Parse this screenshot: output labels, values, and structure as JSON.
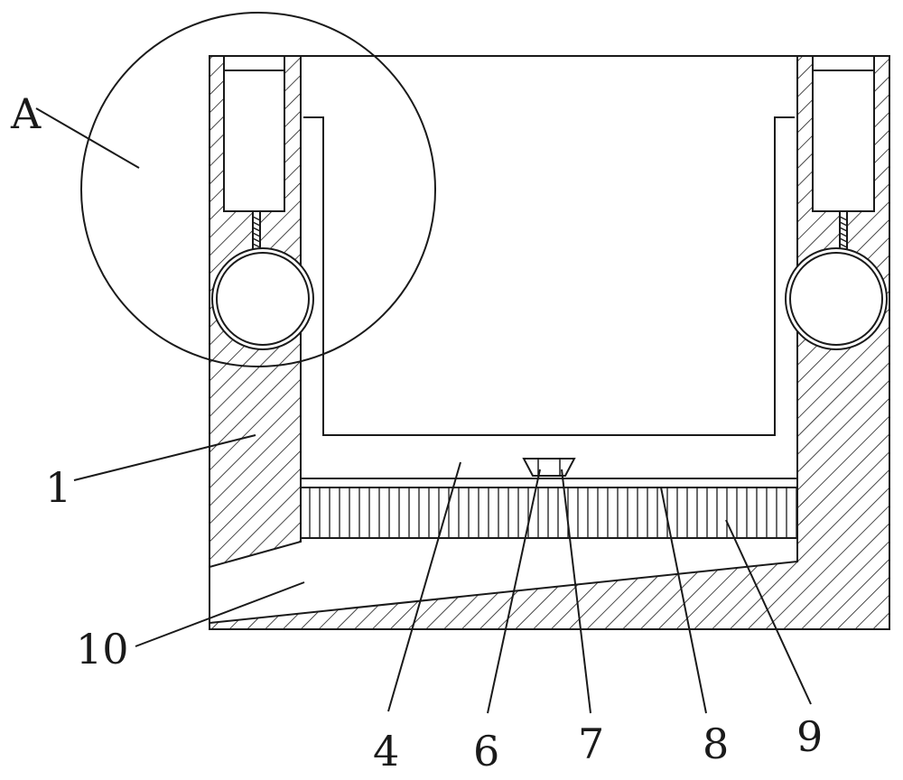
{
  "labels": {
    "A": "A",
    "part_1": "1",
    "part_10": "10",
    "part_4": "4",
    "part_6": "6",
    "part_7": "7",
    "part_8": "8",
    "part_9": "9"
  },
  "colors": {
    "line": "#1a1a1a",
    "background": "#ffffff"
  }
}
